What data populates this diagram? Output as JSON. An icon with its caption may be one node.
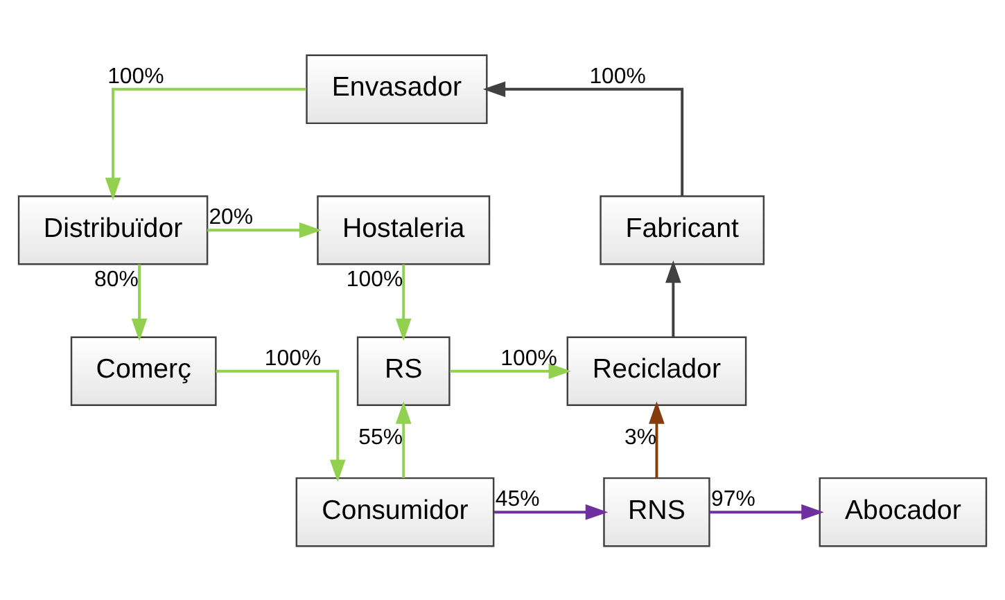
{
  "diagram": {
    "nodes": [
      {
        "text": [
          "Envasador"
        ]
      },
      {
        "text": [
          "Fabricant"
        ]
      },
      {
        "text": [
          "Hostaleria"
        ]
      },
      {
        "text": [
          "Distribuïdor"
        ]
      },
      {
        "text": [
          "Reciclador"
        ]
      },
      {
        "text": [
          "RS"
        ]
      },
      {
        "text": [
          "Comerç"
        ]
      },
      {
        "text": [
          "Abocador"
        ]
      },
      {
        "text": [
          "RNS"
        ]
      },
      {
        "text": [
          "Consumidor"
        ]
      }
    ],
    "edges": [
      {
        "from": 1,
        "to": 0,
        "arrow": "to",
        "label": "100%",
        "color": "#404040"
      },
      {
        "from": 0,
        "to": 3,
        "arrow": "to",
        "label": "100%"
      },
      {
        "from": 3,
        "to": 2,
        "arrow": "to",
        "label": "20%"
      },
      {
        "from": 3,
        "to": 6,
        "arrow": "to",
        "label": "80%"
      },
      {
        "from": 2,
        "to": 5,
        "arrow": "to",
        "label": "100%"
      },
      {
        "from": 9,
        "to": 5,
        "arrow": "to",
        "label": "55%"
      },
      {
        "from": 6,
        "to": 9,
        "arrow": "to",
        "label": "100%"
      },
      {
        "from": 9,
        "to": 8,
        "arrow": "to",
        "label": "45%",
        "color": "#7030a0"
      },
      {
        "from": 5,
        "to": 4,
        "arrow": "to",
        "label": "100%"
      },
      {
        "from": 8,
        "to": 4,
        "arrow": "to",
        "label": "3%",
        "color": "#843c0c"
      },
      {
        "from": 8,
        "to": 7,
        "arrow": "to",
        "label": "97%",
        "color": "#7030a0"
      },
      {
        "from": 4,
        "to": 1,
        "arrow": "to",
        "color": "#404040"
      }
    ]
  }
}
